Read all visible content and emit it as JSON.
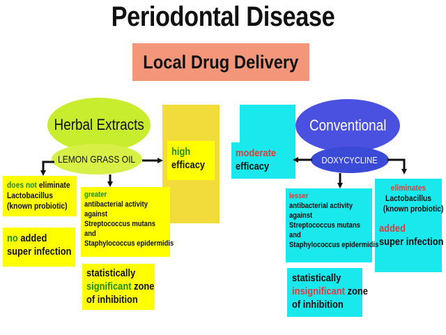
{
  "title": "Periodontal Disease",
  "subtitle": "Local Drug Delivery",
  "colors": {
    "subtitle_bg": "#f4967a",
    "herbal_ellipse": "#c8ec2e",
    "lemon_ellipse": "#d8f046",
    "yellow_box": "#ffff00",
    "yellow_tall": "#f2dc3c",
    "conventional_ellipse": "#4a50e0",
    "doxy_ellipse": "#3c4ad8",
    "cyan_box": "#19e8ec",
    "green_text": "#1e8c1e",
    "red_text": "#e03c3c"
  },
  "herbal": {
    "label": "Herbal Extracts",
    "agent": "LEMON GRASS OIL",
    "efficacy": {
      "word1": "high",
      "word2": "efficacy"
    },
    "lactobacillus": {
      "lead": "does not",
      "rest": " eliminate",
      "line2": "Lactobacillus",
      "line3": "(known probiotic)"
    },
    "superinfection": {
      "lead": "no",
      "rest": " added",
      "line2": "super infection"
    },
    "activity": {
      "lead": "greater",
      "line2": "antibacterial activity",
      "line3": "against",
      "line4": "Streptococcus mutans",
      "line5": "and",
      "line6": "Staphylococcus epidermidis"
    },
    "significance": {
      "line1": "statistically",
      "lead": "significant",
      "rest": " zone",
      "line3": "of inhibition"
    }
  },
  "conventional": {
    "label": "Conventional",
    "agent": "DOXYCYCLINE",
    "efficacy": {
      "word1": "moderate",
      "word2": "efficacy"
    },
    "lactobacillus": {
      "lead": "eliminates",
      "line2": "Lactobacillus",
      "line3": "(known probiotic)"
    },
    "superinfection": {
      "lead": "added",
      "line2": "super infection"
    },
    "activity": {
      "lead": "lesser",
      "line2": "antibacterial activity",
      "line3": "against",
      "line4": "Streptococcus mutans",
      "line5": "and",
      "line6": "Staphylococcus epidermidis"
    },
    "significance": {
      "line1": "statistically",
      "lead": "insignificant",
      "rest": " zone",
      "line3": "of inhibition"
    }
  }
}
